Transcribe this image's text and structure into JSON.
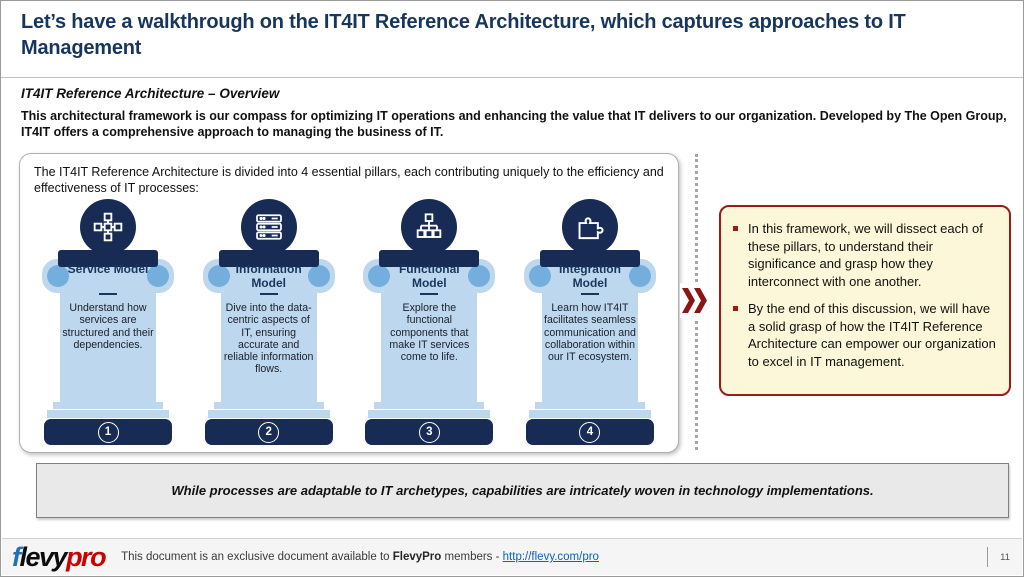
{
  "slide": {
    "title": "Let’s have a walkthrough on the IT4IT Reference Architecture, which captures approaches to IT Management",
    "subtitle": "IT4IT Reference Architecture – Overview",
    "lead": "This architectural framework is our compass for optimizing IT operations and enhancing the value that IT delivers to our organization. Developed by The Open Group, IT4IT offers a comprehensive approach to managing the business of IT."
  },
  "panel": {
    "intro": "The IT4IT Reference Architecture is divided into 4 essential pillars, each contributing uniquely to the efficiency and effectiveness of IT processes:",
    "pillars": [
      {
        "number": "1",
        "icon": "network-nodes-icon",
        "title": "Service Model",
        "description": "Understand how services are structured and their dependencies."
      },
      {
        "number": "2",
        "icon": "server-stack-icon",
        "title": "Information Model",
        "description": "Dive into the data-centric aspects of IT, ensuring accurate and reliable information flows."
      },
      {
        "number": "3",
        "icon": "org-hierarchy-icon",
        "title": "Functional Model",
        "description": "Explore the functional components that make IT services come to life."
      },
      {
        "number": "4",
        "icon": "puzzle-piece-icon",
        "title": "Integration Model",
        "description": "Learn how IT4IT facilitates seamless communication and collaboration within our IT ecosystem."
      }
    ]
  },
  "callout": {
    "bullets": [
      "In this framework, we will dissect each of these pillars, to understand their significance and grasp how they interconnect with one another.",
      "By the end of this discussion, we will have a solid grasp of how the IT4IT Reference Architecture can empower our organization to excel in IT management."
    ]
  },
  "banner": {
    "text": "While processes are adaptable to IT archetypes, capabilities are intricately woven in technology implementations."
  },
  "footer": {
    "logo_f": "f",
    "logo_levy": "levy",
    "logo_pro": "pro",
    "text_prefix": "This document is an exclusive document available to ",
    "brand": "FlevyPro",
    "text_mid": " members - ",
    "link": "http://flevy.com/pro",
    "page_number": "11"
  },
  "colors": {
    "title_navy": "#17365D",
    "pillar_navy": "#172B54",
    "pillar_light_blue": "#BDD7EE",
    "ear_blue": "#74AEDD",
    "callout_bg": "#FCF7D8",
    "callout_border": "#9C1A1A",
    "chevron_red": "#8B1512",
    "banner_bg": "#E9E9E9",
    "link_blue": "#0563C1",
    "logo_blue": "#2271B3",
    "logo_red": "#CC0000"
  }
}
